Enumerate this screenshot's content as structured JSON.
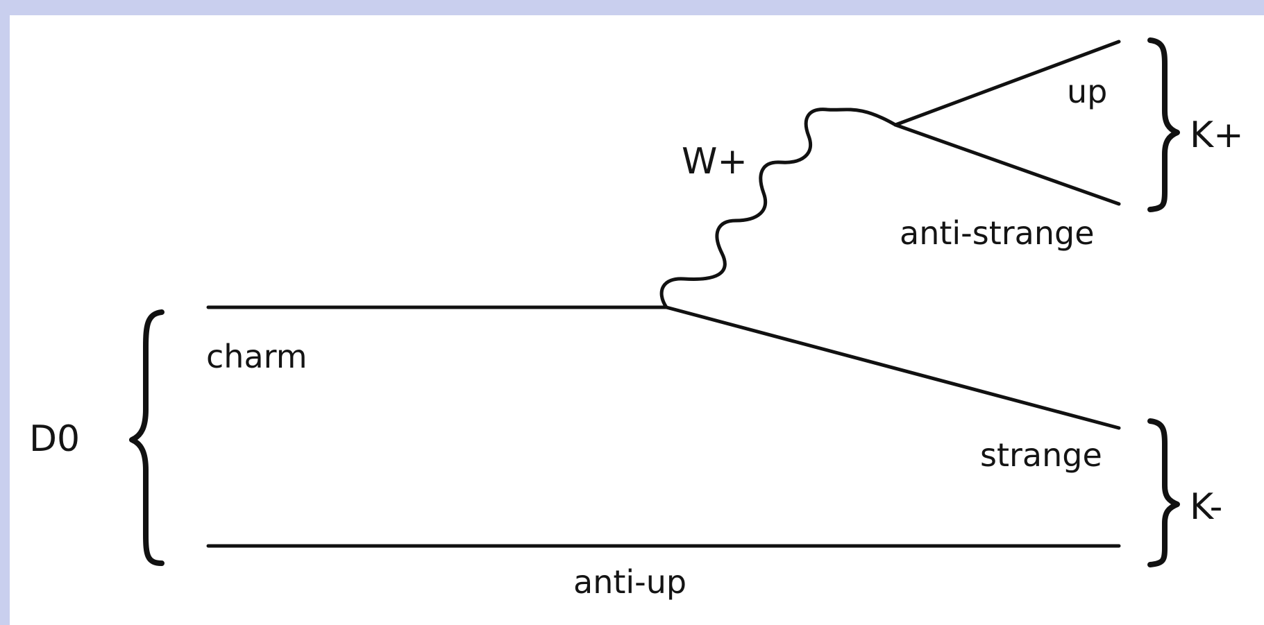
{
  "diagram": {
    "mesons": {
      "initial": "D0",
      "kaon_plus": "K+",
      "kaon_minus": "K-"
    },
    "boson": "W+",
    "quarks": {
      "charm": "charm",
      "anti_up": "anti-up",
      "strange": "strange",
      "up": "up",
      "anti_strange": "anti-strange"
    }
  },
  "colors": {
    "background_frame": "#c9cfee",
    "paper": "#ffffff",
    "ink": "#111111"
  }
}
